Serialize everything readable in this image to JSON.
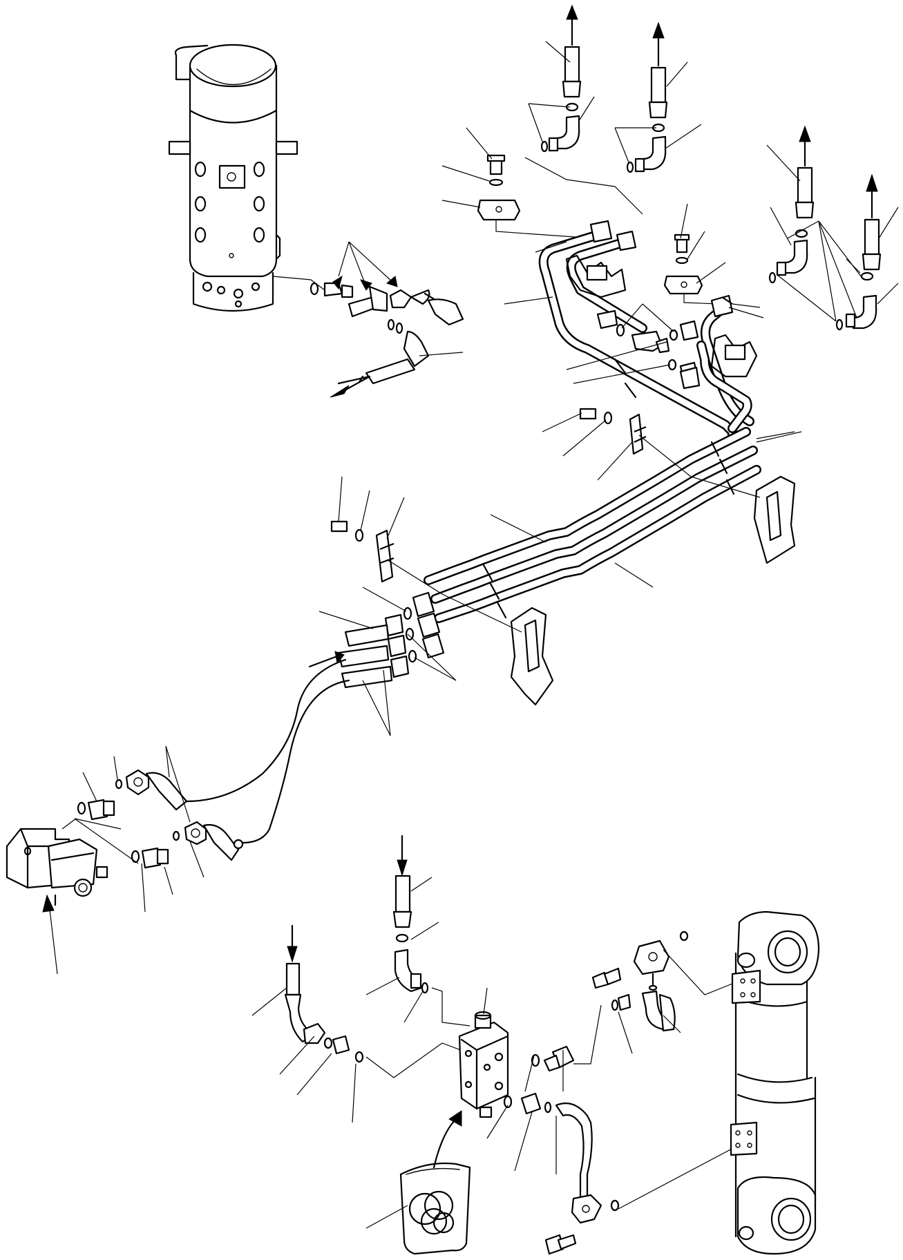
{
  "diagram": {
    "components": [
      {
        "id": "swivel-joint",
        "icon": "swivel-joint-icon"
      },
      {
        "id": "solenoid-valve",
        "icon": "solenoid-valve-icon"
      },
      {
        "id": "control-valve-block",
        "icon": "valve-block-icon"
      },
      {
        "id": "hydraulic-cylinder",
        "icon": "hydraulic-cylinder-icon"
      },
      {
        "id": "seal-kit",
        "icon": "seal-kit-icon"
      }
    ],
    "colors": {
      "line": "#000000",
      "background": "#ffffff"
    }
  }
}
